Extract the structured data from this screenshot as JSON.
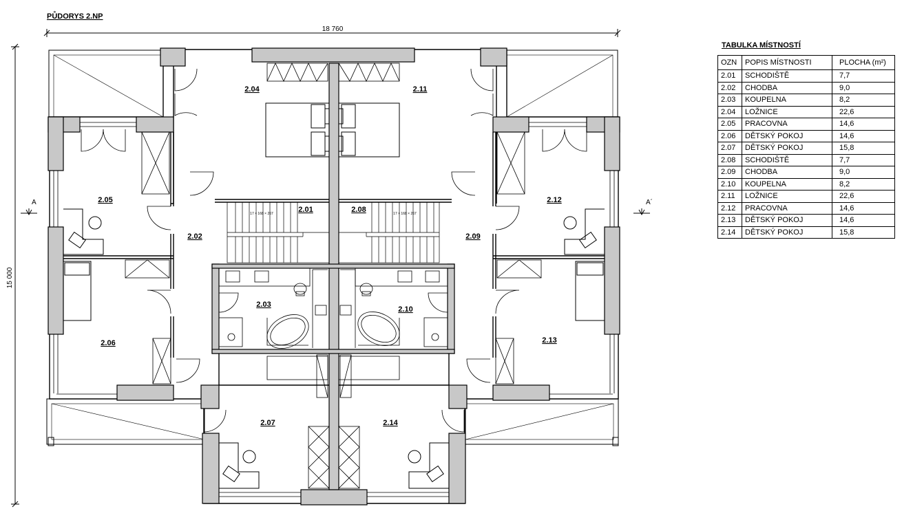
{
  "plan_title": "PŮDORYS 2.NP",
  "dimensions": {
    "width": "18 760",
    "height": "15 000"
  },
  "section_marks": {
    "left": "A",
    "right": "A´"
  },
  "room_labels": [
    {
      "id": "2.01"
    },
    {
      "id": "2.02"
    },
    {
      "id": "2.03"
    },
    {
      "id": "2.04"
    },
    {
      "id": "2.05"
    },
    {
      "id": "2.06"
    },
    {
      "id": "2.07"
    },
    {
      "id": "2.08"
    },
    {
      "id": "2.09"
    },
    {
      "id": "2.10"
    },
    {
      "id": "2.11"
    },
    {
      "id": "2.12"
    },
    {
      "id": "2.13"
    },
    {
      "id": "2.14"
    }
  ],
  "stair_labels": [
    "17 × 168 × 267",
    "17 × 168 × 267"
  ],
  "room_table": {
    "title": "TABULKA MÍSTNOSTÍ",
    "headers": [
      "OZN",
      "POPIS MÍSTNOSTI",
      "PLOCHA (m²)"
    ],
    "rows": [
      [
        "2.01",
        "SCHODIŠTĚ",
        "7,7"
      ],
      [
        "2.02",
        "CHODBA",
        "9,0"
      ],
      [
        "2.03",
        "KOUPELNA",
        "8,2"
      ],
      [
        "2.04",
        "LOŽNICE",
        "22,6"
      ],
      [
        "2.05",
        "PRACOVNA",
        "14,6"
      ],
      [
        "2.06",
        "DĚTSKÝ POKOJ",
        "14,6"
      ],
      [
        "2.07",
        "DĚTSKÝ POKOJ",
        "15,8"
      ],
      [
        "2.08",
        "SCHODIŠTĚ",
        "7,7"
      ],
      [
        "2.09",
        "CHODBA",
        "9,0"
      ],
      [
        "2.10",
        "KOUPELNA",
        "8,2"
      ],
      [
        "2.11",
        "LOŽNICE",
        "22,6"
      ],
      [
        "2.12",
        "PRACOVNA",
        "14,6"
      ],
      [
        "2.13",
        "DĚTSKÝ POKOJ",
        "14,6"
      ],
      [
        "2.14",
        "DĚTSKÝ POKOJ",
        "15,8"
      ]
    ]
  }
}
